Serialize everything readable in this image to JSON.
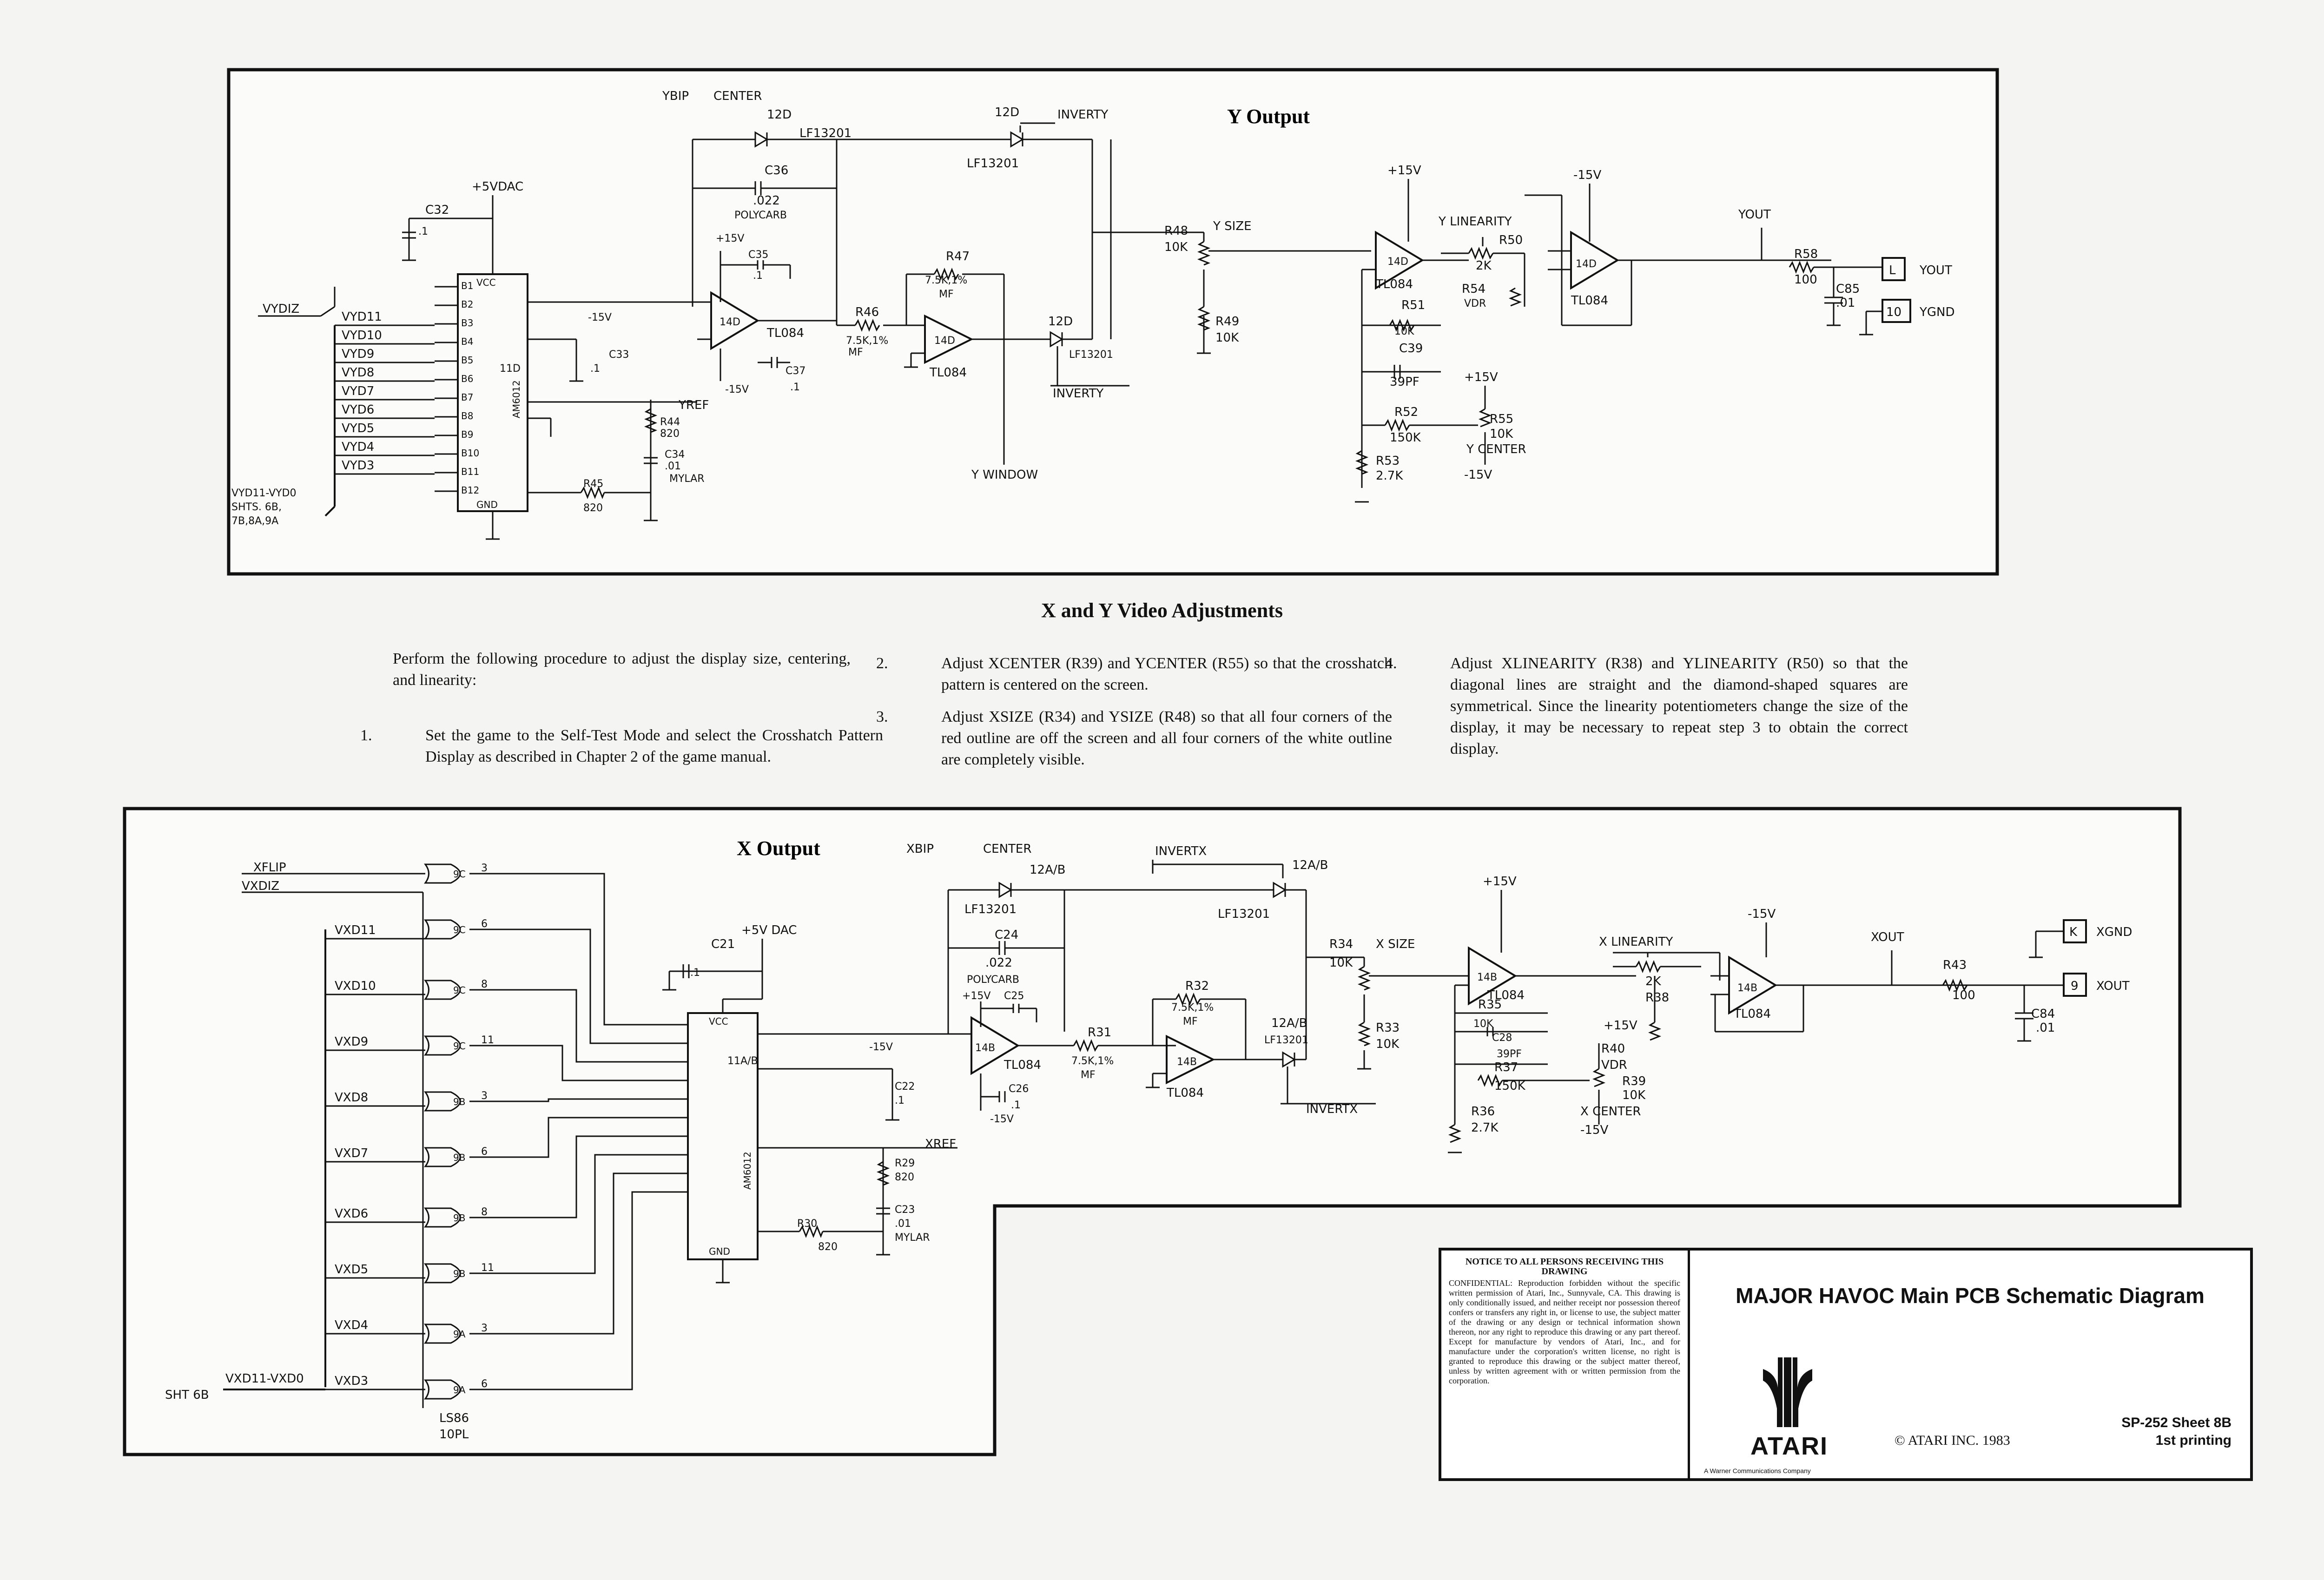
{
  "y_output": {
    "title": "Y Output",
    "labels": {
      "ybip": "YBIP",
      "center": "CENTER",
      "ic_12d_a": "12D",
      "ic_12d_b": "12D",
      "ic_12d_c": "12D",
      "lf13201_a": "LF13201",
      "lf13201_b": "LF13201",
      "lf13201_c": "LF13201",
      "inverty_a": "INVERTY",
      "inverty_b": "INVERTY",
      "c36": "C36",
      "c36_val": ".022",
      "polycarb": "POLYCARB",
      "c32": "C32",
      "c32_val": ".1",
      "p5vdac": "+5VDAC",
      "c35": "C35",
      "c35_val": ".1",
      "p15v_a": "+15V",
      "m15v_a": "-15V",
      "m15v_b": "-15V",
      "r47": "R47",
      "r47_val": "7.5K,1%",
      "r47_mf": "MF",
      "r46": "R46",
      "r46_val": "7.5K,1%",
      "r46_mf": "MF",
      "tl084_a": "TL084",
      "tl084_b": "TL084",
      "ic14d_a": "14D",
      "ic14d_b": "14D",
      "c33": "C33",
      "c33_val": ".1",
      "c37": "C37",
      "c37_val": ".1",
      "yref": "YREF",
      "r44": "R44",
      "r44_val": "820",
      "c34": "C34",
      "c34_val": ".01",
      "mylar": "MYLAR",
      "r45": "R45",
      "r45_val": "820",
      "vydiz": "VYDIZ",
      "bus": [
        "VYD11",
        "VYD10",
        "VYD9",
        "VYD8",
        "VYD7",
        "VYD6",
        "VYD5",
        "VYD4",
        "VYD3"
      ],
      "bus_note_1": "VYD11-VYD0",
      "bus_note_2": "SHTS. 6B,",
      "bus_note_3": "7B,8A,9A",
      "dac_pins": [
        "B1",
        "B2",
        "B3",
        "B4",
        "B5",
        "B6",
        "B7",
        "B8",
        "B9",
        "B10",
        "B11",
        "B12"
      ],
      "dac_name": "AM6012",
      "dac_id": "11D",
      "vcc": "VCC",
      "gnd": "GND",
      "y_window": "Y WINDOW",
      "r48": "R48",
      "r48_val": "10K",
      "y_size": "Y SIZE",
      "r49": "R49",
      "r49_val": "10K",
      "p15v_b": "+15V",
      "y_linearity": "Y LINEARITY",
      "r50": "R50",
      "r50_val": "2K",
      "ic14d_c": "14D",
      "tl084_c": "TL084",
      "r54": "R54",
      "r54_val": "VDR",
      "r51": "R51",
      "r51_val": "10K",
      "c39": "C39",
      "c39_val": "39PF",
      "r52": "R52",
      "r52_val": "150K",
      "r53": "R53",
      "r53_val": "2.7K",
      "p15v_c": "+15V",
      "r55": "R55",
      "r55_val": "10K",
      "y_center": "Y CENTER",
      "m15v_c": "-15V",
      "m15v_d": "-15V",
      "ic14d_d": "14D",
      "tl084_d": "TL084",
      "yout_net": "YOUT",
      "r58": "R58",
      "r58_val": "100",
      "c85": "C85",
      "c85_val": ".01",
      "conn_l": "L",
      "conn_l_name": "YOUT",
      "conn_10": "10",
      "conn_10_name": "YGND"
    }
  },
  "adjustments": {
    "title": "X and Y Video Adjustments",
    "intro": "Perform the following procedure to adjust the display size, centering, and linearity:",
    "steps": [
      {
        "num": "1.",
        "text": "Set the game to the Self-Test Mode and select the Crosshatch Pattern Display as described in Chapter 2 of the game manual."
      },
      {
        "num": "2.",
        "text": "Adjust XCENTER (R39) and YCENTER (R55) so that the crosshatch pattern is centered on the screen."
      },
      {
        "num": "3.",
        "text": "Adjust XSIZE (R34) and YSIZE (R48) so that all four corners of the red outline are off the screen and all four corners of the white outline are completely visible."
      },
      {
        "num": "4.",
        "text": "Adjust XLINEARITY (R38) and YLINEARITY (R50) so that the diagonal lines are straight and the diamond-shaped squares are symmetrical. Since the linearity potentiometers change the size of the display, it may be necessary to repeat step 3 to obtain the correct display."
      }
    ]
  },
  "x_output": {
    "title": "X Output",
    "labels": {
      "xflip": "XFLIP",
      "vxdiz": "VXDIZ",
      "gate_ids": [
        "9C",
        "9C",
        "9C",
        "9C",
        "9B",
        "9B",
        "9B",
        "9B",
        "9A",
        "9A"
      ],
      "gate_outs": [
        "3",
        "6",
        "8",
        "11",
        "3",
        "6",
        "8",
        "11",
        "3",
        "6"
      ],
      "bus": [
        "VXD11",
        "VXD10",
        "VXD9",
        "VXD8",
        "VXD7",
        "VXD6",
        "VXD5",
        "VXD4",
        "VXD3"
      ],
      "sht": "SHT 6B",
      "bus_note": "VXD11-VXD0",
      "ls86": "LS86",
      "ls86b": "10PL",
      "c21": "C21",
      "c21_val": ".1",
      "p5vdac": "+5V DAC",
      "dac_name": "AM6012",
      "dac_id": "11A/B",
      "vcc": "VCC",
      "gnd": "GND",
      "m15v_a": "-15V",
      "c22": "C22",
      "c22_val": ".1",
      "xref": "XREF",
      "r29": "R29",
      "r29_val": "820",
      "c23": "C23",
      "c23_val": ".01",
      "mylar": "MYLAR",
      "r30": "R30",
      "r30_val": "820",
      "xbip": "XBIP",
      "center": "CENTER",
      "ic12ab_a": "12A/B",
      "ic12ab_b": "12A/B",
      "ic12ab_c": "12A/B",
      "lf13201_a": "LF13201",
      "lf13201_b": "LF13201",
      "lf13201_c": "LF13201",
      "invertx_a": "INVERTX",
      "invertx_b": "INVERTX",
      "c24": "C24",
      "c24_val": ".022",
      "polycarb": "POLYCARB",
      "p15v_a": "+15V",
      "c25": "C25",
      "c26": "C26",
      "c26_val": ".1",
      "m15v_b": "-15V",
      "ic14b_a": "14B",
      "tl084_a": "TL084",
      "r31": "R31",
      "r31_val": "7.5K,1%",
      "r31_mf": "MF",
      "r32": "R32",
      "r32_val": "7.5K,1%",
      "r32_mf": "MF",
      "ic14b_b": "14B",
      "tl084_b": "TL084",
      "r34": "R34",
      "r34_val": "10K",
      "x_size": "X SIZE",
      "r33": "R33",
      "r33_val": "10K",
      "p15v_b": "+15V",
      "ic14b_c": "14B",
      "tl084_c": "TL084",
      "x_linearity": "X LINEARITY",
      "r38": "R38",
      "r38_val": "2K",
      "r35": "R35",
      "r35_val": "10K",
      "c28": "C28",
      "c28_val": "39PF",
      "r37": "R37",
      "r37_val": "150K",
      "r36": "R36",
      "r36_val": "2.7K",
      "r40": "R40",
      "r40_val": "VDR",
      "p15v_c": "+15V",
      "r39": "R39",
      "r39_val": "10K",
      "x_center": "X CENTER",
      "m15v_c": "-15V",
      "m15v_d": "-15V",
      "ic14b_d": "14B",
      "tl084_d": "TL084",
      "xout_net": "XOUT",
      "r43": "R43",
      "r43_val": "100",
      "c84": "C84",
      "c84_val": ".01",
      "conn_k": "K",
      "conn_k_name": "XGND",
      "conn_9": "9",
      "conn_9_name": "XOUT"
    }
  },
  "title_block": {
    "notice_heading": "NOTICE TO ALL PERSONS RECEIVING THIS DRAWING",
    "notice_text": "CONFIDENTIAL: Reproduction forbidden without the specific written permission of Atari, Inc., Sunnyvale, CA. This drawing is only conditionally issued, and neither receipt nor possession thereof confers or transfers any right in, or license to use, the subject matter of the drawing or any design or technical information shown thereon, nor any right to reproduce this drawing or any part thereof. Except for manufacture by vendors of Atari, Inc., and for manufacture under the corporation's written license, no right is granted to reproduce this drawing or the subject matter thereof, unless by written agreement with or written permission from the corporation.",
    "title": "MAJOR HAVOC Main PCB Schematic Diagram",
    "brand": "ATARI",
    "brand_sub": "A Warner Communications Company",
    "copyright": "© ATARI INC. 1983",
    "doc_number": "SP-252  Sheet 8B",
    "printing": "1st printing"
  }
}
